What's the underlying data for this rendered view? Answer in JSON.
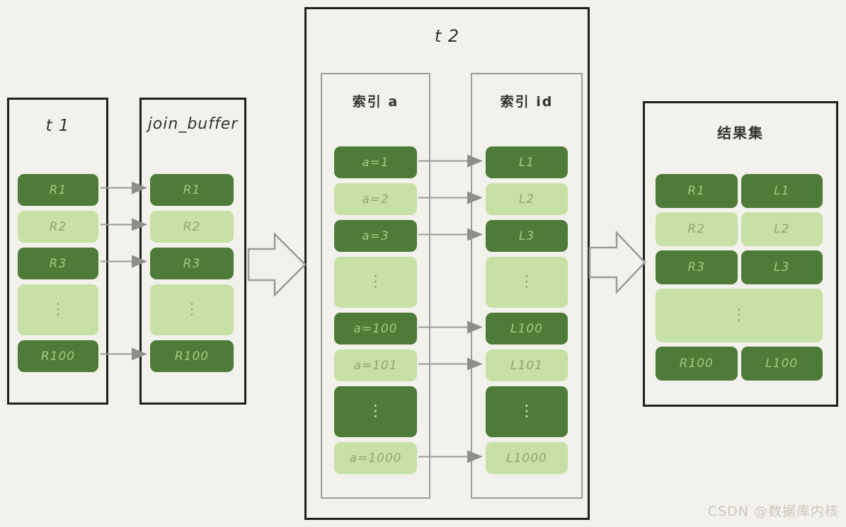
{
  "colors": {
    "background": "#f2f1eb",
    "dark_green": "#4e7b38",
    "light_green": "#c6e0a5",
    "box_border": "#1f1f1f",
    "line_gray": "#9b9b96",
    "watermark_gray": "#cbc7be"
  },
  "boxes": {
    "t1": {
      "title": "t 1",
      "rows": [
        {
          "label": "R1",
          "tone": "dark"
        },
        {
          "label": "R2",
          "tone": "light"
        },
        {
          "label": "R3",
          "tone": "dark"
        },
        {
          "label": "⋮",
          "tone": "light",
          "dots": true
        },
        {
          "label": "R100",
          "tone": "dark"
        }
      ]
    },
    "join_buffer": {
      "title": "join_buffer",
      "rows": [
        {
          "label": "R1",
          "tone": "dark"
        },
        {
          "label": "R2",
          "tone": "light"
        },
        {
          "label": "R3",
          "tone": "dark"
        },
        {
          "label": "⋮",
          "tone": "light",
          "dots": true
        },
        {
          "label": "R100",
          "tone": "dark"
        }
      ]
    },
    "t2": {
      "title": "t 2",
      "index_a": {
        "title": "索引 a",
        "rows": [
          {
            "label": "a=1",
            "tone": "dark"
          },
          {
            "label": "a=2",
            "tone": "light"
          },
          {
            "label": "a=3",
            "tone": "dark"
          },
          {
            "label": "⋮",
            "tone": "light",
            "dots": true
          },
          {
            "label": "a=100",
            "tone": "dark"
          },
          {
            "label": "a=101",
            "tone": "light"
          },
          {
            "label": "⋮",
            "tone": "dark",
            "dots": true
          },
          {
            "label": "a=1000",
            "tone": "light"
          }
        ]
      },
      "index_id": {
        "title": "索引 id",
        "rows": [
          {
            "label": "L1",
            "tone": "dark"
          },
          {
            "label": "L2",
            "tone": "light"
          },
          {
            "label": "L3",
            "tone": "dark"
          },
          {
            "label": "⋮",
            "tone": "light",
            "dots": true
          },
          {
            "label": "L100",
            "tone": "dark"
          },
          {
            "label": "L101",
            "tone": "light"
          },
          {
            "label": "⋮",
            "tone": "dark",
            "dots": true
          },
          {
            "label": "L1000",
            "tone": "light"
          }
        ]
      }
    },
    "result": {
      "title": "结果集",
      "rows": [
        {
          "left": "R1",
          "right": "L1",
          "tone": "dark"
        },
        {
          "left": "R2",
          "right": "L2",
          "tone": "light"
        },
        {
          "left": "R3",
          "right": "L3",
          "tone": "dark"
        },
        {
          "label": "⋮",
          "tone": "light",
          "dots": true
        },
        {
          "left": "R100",
          "right": "L100",
          "tone": "dark"
        }
      ]
    }
  },
  "watermark": {
    "text": "CSDN @数据库内核"
  }
}
